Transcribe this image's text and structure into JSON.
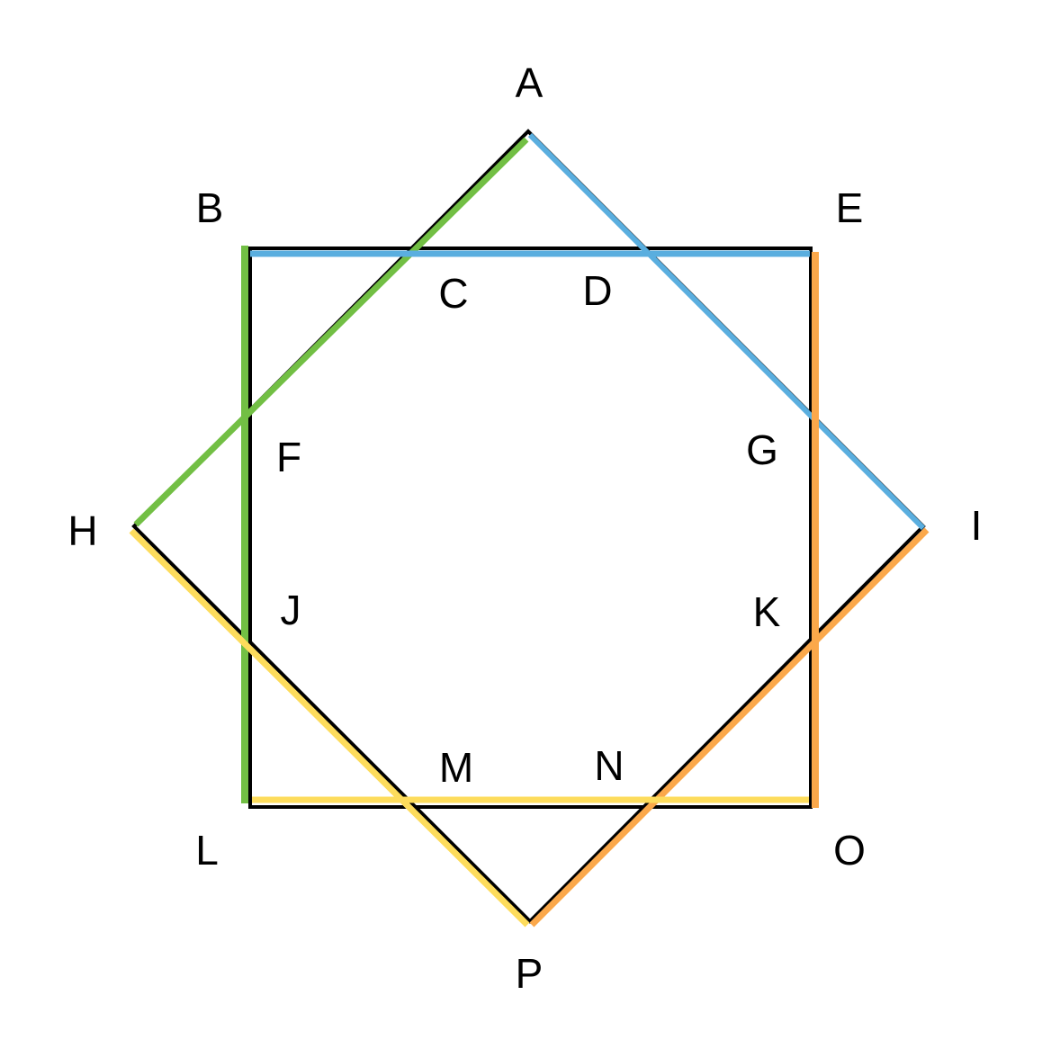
{
  "colors": {
    "outline": "#000000",
    "green": "#72bf44",
    "blue": "#5aaedf",
    "orange": "#fba84a",
    "yellow": "#fddc5c"
  },
  "labels": {
    "A": "A",
    "B": "B",
    "C": "C",
    "D": "D",
    "E": "E",
    "F": "F",
    "G": "G",
    "H": "H",
    "I": "I",
    "J": "J",
    "K": "K",
    "L": "L",
    "M": "M",
    "N": "N",
    "O": "O",
    "P": "P"
  }
}
